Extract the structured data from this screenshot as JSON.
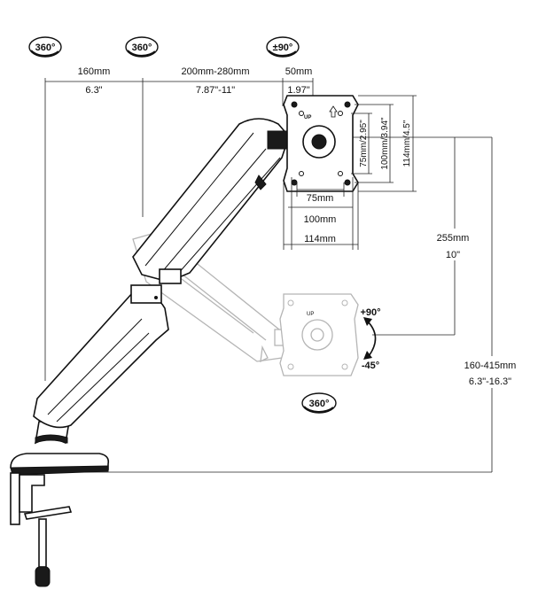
{
  "rotation_badges": {
    "base": "360°",
    "middle": "360°",
    "tilt_top": "±90°",
    "bottom_head": "360°"
  },
  "dimensions": {
    "base_arm_mm": "160mm",
    "base_arm_in": "6.3\"",
    "extension_mm": "200mm-280mm",
    "extension_in": "7.87\"-11\"",
    "head_offset_mm": "50mm",
    "head_offset_in": "1.97\"",
    "vertical_travel_mm": "255mm",
    "vertical_travel_in": "10\"",
    "total_height_mm": "160-415mm",
    "total_height_in": "6.3\"-16.3\""
  },
  "vesa": {
    "h75": "75mm",
    "h100": "100mm",
    "h114": "114mm",
    "v75": "75mm/2.95\"",
    "v100": "100mm/3.94\"",
    "v114": "114mm/4.5\"",
    "up_label": "UP"
  },
  "tilt": {
    "up": "+90°",
    "down": "-45°"
  }
}
